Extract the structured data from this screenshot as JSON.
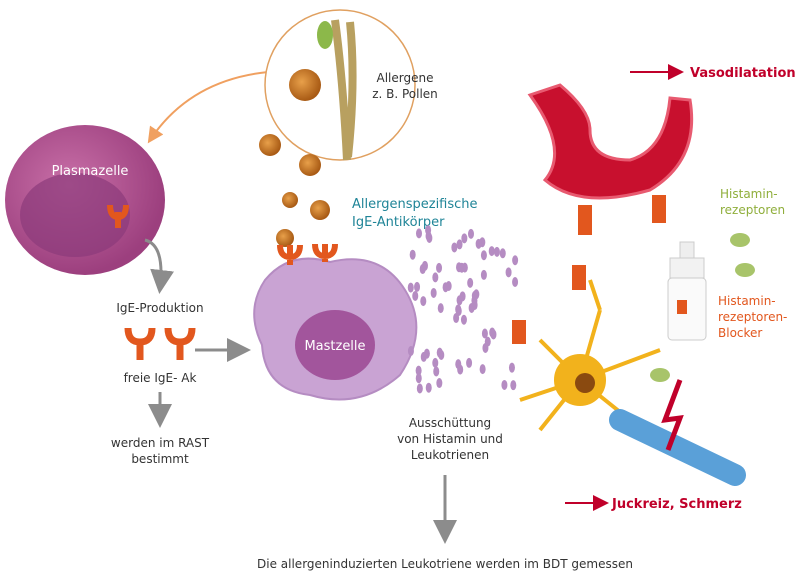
{
  "colors": {
    "plasma": "#b04e8e",
    "mast": "#c9a3d3",
    "mast_nucleus": "#a2559c",
    "orange": "#e2571e",
    "red": "#c0002a",
    "green": "#8fae3b",
    "teal": "#1f8497",
    "grey": "#8c8c8c",
    "neuron": "#f2b21c"
  },
  "labels": {
    "plasmazelle": "Plasmazelle",
    "allergene_1": "Allergene",
    "allergene_2": "z. B. Pollen",
    "ige_ak_1": "Allergenspezifische",
    "ige_ak_2": "IgE-Antikörper",
    "vasodilatation": "Vasodilatation",
    "hr_1": "Histamin-",
    "hr_2": "rezeptoren",
    "hrb_1": "Histamin-",
    "hrb_2": "rezeptoren-",
    "hrb_3": "Blocker",
    "ige_produktion": "IgE-Produktion",
    "freie_ige": "freie IgE- Ak",
    "rast_1": "werden im RAST",
    "rast_2": "bestimmt",
    "mastzelle": "Mastzelle",
    "aus_1": "Ausschüttung",
    "aus_2": "von Histamin und",
    "aus_3": "Leukotrienen",
    "juckreiz": "Juckreiz, Schmerz",
    "bottom": "Die allergeninduzierten Leukotriene werden im BDT gemessen"
  }
}
